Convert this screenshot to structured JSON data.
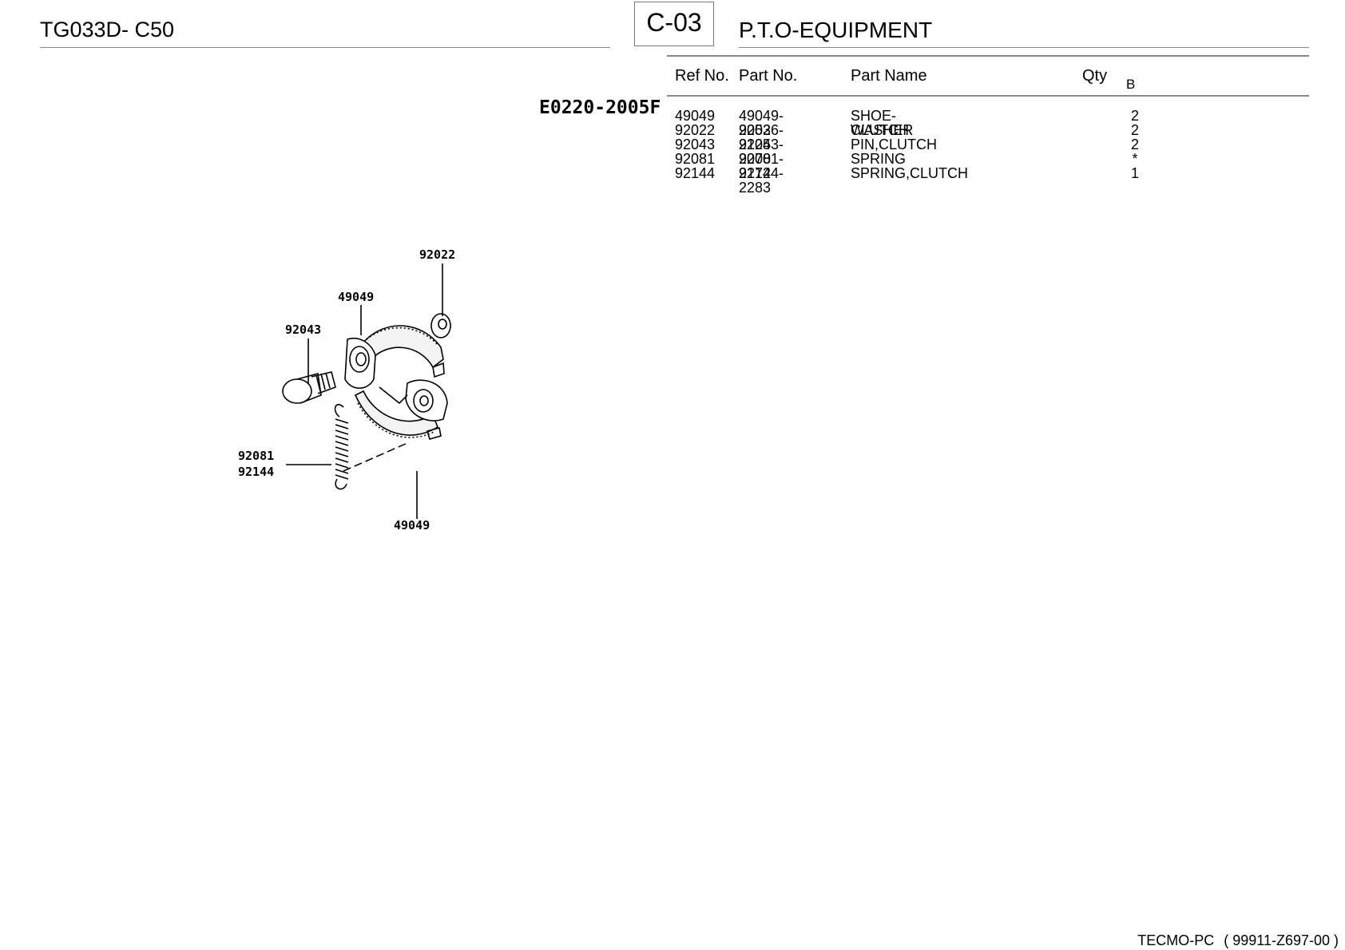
{
  "header": {
    "model": "TG033D- C50",
    "section_code": "C-03",
    "section_title": "P.T.O-EQUIPMENT"
  },
  "illustration_code": "E0220-2005F",
  "table": {
    "headers": {
      "ref_no": "Ref No.",
      "part_no": "Part No.",
      "part_name": "Part Name",
      "qty": "Qty",
      "qty_sub": "B"
    },
    "rows": [
      {
        "ref": "49049",
        "part": "49049-2053",
        "name": "SHOE-CLUTCH",
        "qty": "2"
      },
      {
        "ref": "92022",
        "part": "92026-2125",
        "name": "WASHER",
        "qty": "2"
      },
      {
        "ref": "92043",
        "part": "92043-2070",
        "name": "PIN,CLUTCH",
        "qty": "2"
      },
      {
        "ref": "92081",
        "part": "92081-2172",
        "name": "SPRING",
        "qty": "*"
      },
      {
        "ref": "92144",
        "part": "92144-2283",
        "name": "SPRING,CLUTCH",
        "qty": "1"
      }
    ]
  },
  "diagram": {
    "callouts": [
      "92022",
      "49049",
      "92043",
      "92081",
      "92144",
      "49049"
    ]
  },
  "footer": {
    "system": "TECMO-PC",
    "doc_code": "( 99911-Z697-00 )"
  }
}
